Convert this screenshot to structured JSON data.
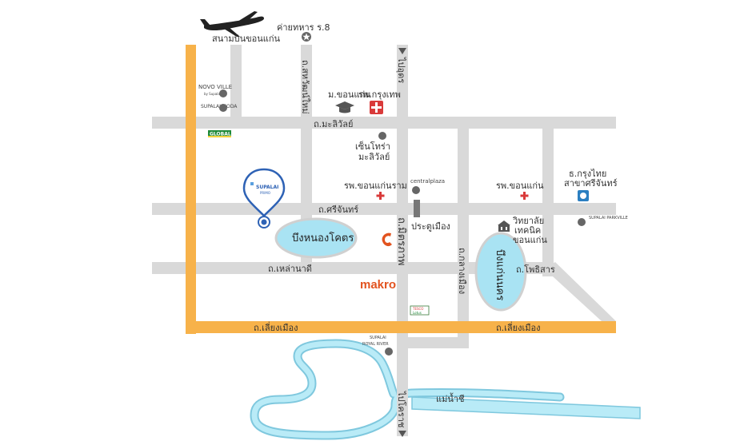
{
  "colors": {
    "road": "#d9d9d9",
    "highway": "#f7b24a",
    "lake": "#a9e3f3",
    "river": "#a9e3f3",
    "hospital": "#d93a3a",
    "marker": "#2e62b5",
    "makro": "#e2531f"
  },
  "labels": {
    "airport": "สนามบินขอนแก่น",
    "army_camp": "ค่ายทหาร ร.8",
    "novo_ville": "NOVO VILLE",
    "novo_ville_sub": "by Supalai",
    "supalai_moda": "SUPALAI MODA",
    "global_house": "GLOBAL",
    "khon_kaen_uni": "ม.ขอนแก่น",
    "bangkok_hospital": "รพ.กรุงเทพ",
    "road_malivan": "ถ.มะลิวัลย์",
    "road_srichan": "ถ.ศรีจันทร์",
    "road_lao_na_di": "ถ.เหล่านาดี",
    "road_lieng_mueang_left": "ถ.เลี่ยงเมือง",
    "road_lieng_mueang_right": "ถ.เลี่ยงเมือง",
    "road_phosan": "ถ.โพธิสาร",
    "road_mittraphap": "ถ.มิตรภาพ",
    "road_klang_mueang": "ถ.กลางเมือง",
    "road_sahawat": "ถ.สหวัฒน์ใหม่",
    "to_udon": "ไปอุดร",
    "to_korat": "ไปโคราช",
    "centara": "เซ็นโทร่า",
    "centara_2": "มะลิวัลย์",
    "hospital_khonkaen_ram": "รพ.ขอนแก่นราม",
    "central_plaza": "centralplaza",
    "pratu_mueang": "ประตูเมือง",
    "hospital_khonkaen": "รพ.ขอนแก่น",
    "krungthai_bank": "ธ.กรุงไทย",
    "krungthai_bank_2": "สาขาศรีจันทร์",
    "supalai_parkville": "SUPALAI PARKVILLE",
    "technical_college": "วิทยาลัย",
    "technical_college_2": "เทคนิค",
    "technical_college_3": "ขอนแก่น",
    "lake_nong_khot": "บึงหนองโคตร",
    "lake_kaen_nakhon": "บึงแก่นนคร",
    "makro": "makro",
    "tesco": "TESCO",
    "tesco_2": "Lotus",
    "supalai_river": "SUPALAI",
    "supalai_river_2": "ROYAL RIVER",
    "mae_nam_chi": "แม่น้ำชี",
    "project_logo": "SUPALAI",
    "project_logo_2": "PRIMO"
  },
  "icons": {
    "airplane": "airplane-icon",
    "star": "star-icon",
    "graduation": "graduation-cap-icon",
    "hospital_badge": "hospital-b-icon",
    "red_cross": "red-cross-icon",
    "school": "school-building-icon",
    "bank": "bank-logo-icon",
    "location_pin": "location-pin-icon"
  }
}
